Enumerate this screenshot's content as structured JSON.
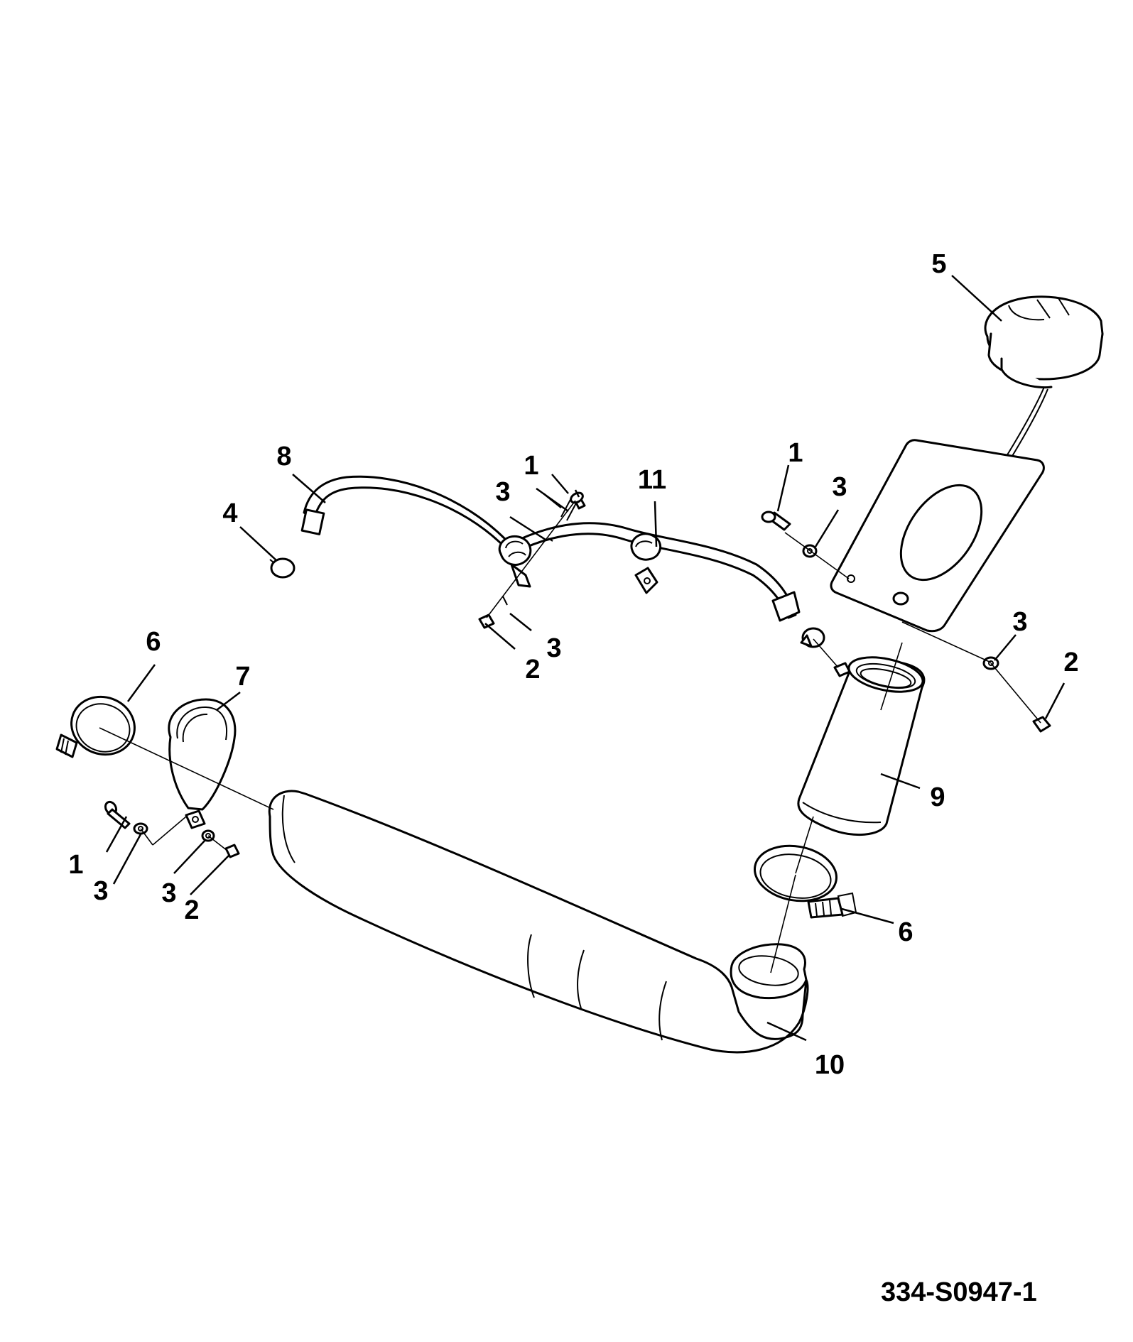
{
  "document_number": "334-S0947-1",
  "callouts": {
    "c5": "5",
    "c8": "8",
    "c4": "4",
    "c1_top": "1",
    "c3_top": "3",
    "c11": "11",
    "c3_mid": "3",
    "c2_mid": "2",
    "c1_right": "1",
    "c3_right_top": "3",
    "c3_right_bottom": "3",
    "c2_right": "2",
    "c6_left": "6",
    "c7": "7",
    "c9": "9",
    "c1_left": "1",
    "c3_left_a": "3",
    "c3_left_b": "3",
    "c2_left": "2",
    "c6_right": "6",
    "c10": "10"
  }
}
